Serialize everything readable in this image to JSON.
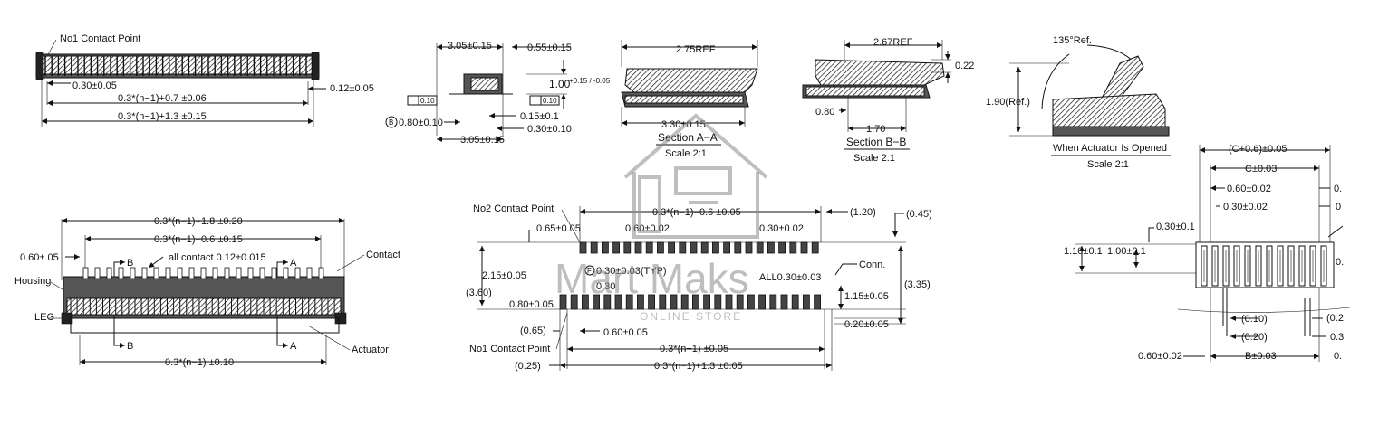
{
  "labels": {
    "no1_contact_point_top": "No1 Contact Point",
    "pitch_030": "0.30±0.05",
    "dim_012": "0.12±0.05",
    "dim_n07": "0.3*(n−1)+0.7  ±0.06",
    "dim_n13_top": "0.3*(n−1)+1.3  ±0.15",
    "dim_305_top": "3.05±0.15",
    "dim_055": "0.55±0.15",
    "dim_100": "1.00",
    "dim_100_tol": "+0.15 / -0.05",
    "flat_010_a": "0.10",
    "flat_010_b": "0.10",
    "dim_080": "0.80±0.10",
    "datum_b": "B",
    "dim_015": "0.15±0.1",
    "dim_030_010": "0.30±0.10",
    "dim_305_bot": "3.05±0.15",
    "dim_275ref": "2.75REF",
    "dim_330": "3.30±0.15",
    "section_aa": "Section A−A",
    "scale_aa": "Scale 2:1",
    "dim_267ref": "2.67REF",
    "dim_022": "0.22",
    "dim_080_bb": "0.80",
    "dim_170": "1.70",
    "section_bb": "Section B−B",
    "scale_bb": "Scale 2:1",
    "dim_135ref": "135°Ref.",
    "dim_190ref": "1.90(Ref.)",
    "actuator_open": "When Actuator Is Opened",
    "scale_open": "Scale 2:1",
    "dim_n18": "0.3*(n−1)+1.8  ±0.20",
    "dim_n06_left": "0.3*(n−1)−0.6  ±0.15",
    "dim_060_left": "0.60±.05",
    "section_b_top": "B",
    "all_contact": "all contact  0.12±0.015",
    "section_a_top": "A",
    "contact": "Contact",
    "housing": "Housing",
    "leg": "LEG",
    "section_b_bot": "B",
    "section_a_bot": "A",
    "actuator": "Actuator",
    "dim_n_010": "0.3*(n−1)  ±0.10",
    "no2_contact_point": "No2 Contact Point",
    "dim_n06_mid": "0.3*(n−1)−0.6  ±0.05",
    "dim_120": "(1.20)",
    "dim_045": "(0.45)",
    "dim_065": "0.65±0.05",
    "dim_060_002": "0.60±0.02",
    "dim_030_002": "0.30±0.02",
    "dim_215": "2.15±0.05",
    "datum_f": "F",
    "dim_030_003": "0.30±0.03(TYP)",
    "all_030": "ALL0.30±0.03",
    "conn": "Conn.",
    "dim_360": "(3.60)",
    "dim_030": "0.30",
    "dim_115": "1.15±0.05",
    "dim_335": "(3.35)",
    "dim_080_005": "0.80±0.05",
    "dim_020": "0.20±0.05",
    "dim_065p": "(0.65)",
    "dim_060_005": "0.60±0.05",
    "no1_contact_point_bot": "No1  Contact  Point",
    "dim_n_005": "0.3*(n−1)  ±0.05",
    "dim_025": "(0.25)",
    "dim_n13_bot": "0.3*(n−1)+1.3  ±0.05",
    "dim_c06": "(C+0.6)±0.05",
    "dim_c003": "C±0.03",
    "dim_060_r": "0.60±0.02",
    "dim_030_r": "0.30±0.02",
    "dim_030_01": "0.30±0.1",
    "dim_110": "1.10±0.1",
    "dim_100_01": "1.00±0.1",
    "dim_010p": "(0.10)",
    "dim_020p": "(0.20)",
    "dim_060_bot": "0.60±0.02",
    "dim_b003": "B±0.03",
    "cut_0a": "0.",
    "cut_0b": "0",
    "cut_0c": "0.",
    "cut_02": "(0.2",
    "cut_03": "0.3",
    "cut_0d": "0."
  },
  "watermark": {
    "name": "Mart Maks",
    "tagline": "ONLINE STORE"
  }
}
